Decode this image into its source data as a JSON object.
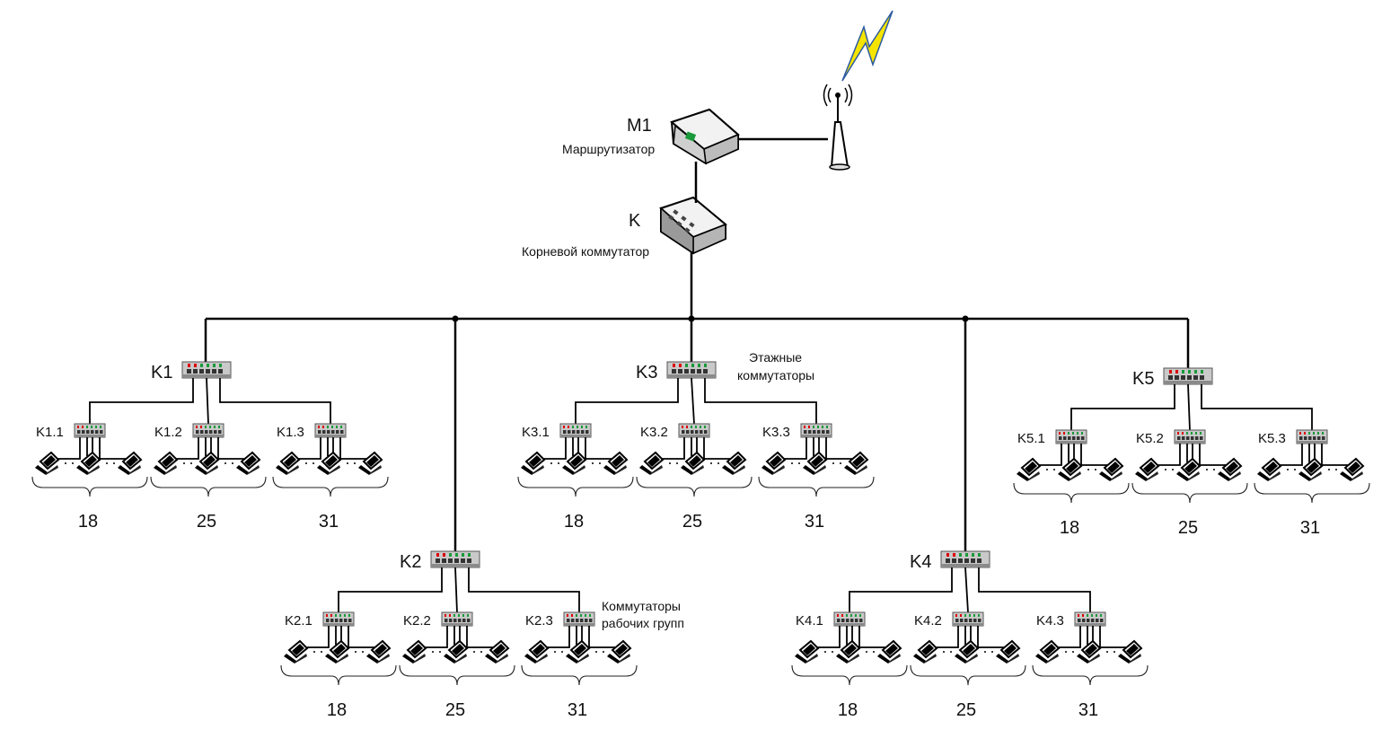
{
  "router": {
    "name": "M1",
    "caption": "Маршрутизатор"
  },
  "root_switch": {
    "name": "K",
    "caption": "Корневой коммутатор"
  },
  "floor_switches_caption": "Этажные\nкоммутаторы",
  "workgroup_switches_caption": "Коммутаторы\nрабочих групп",
  "floors": [
    {
      "name": "K1",
      "groups": [
        {
          "name": "K1.1",
          "count": "18"
        },
        {
          "name": "K1.2",
          "count": "25"
        },
        {
          "name": "K1.3",
          "count": "31"
        }
      ]
    },
    {
      "name": "K2",
      "groups": [
        {
          "name": "K2.1",
          "count": "18"
        },
        {
          "name": "K2.2",
          "count": "25"
        },
        {
          "name": "K2.3",
          "count": "31"
        }
      ]
    },
    {
      "name": "K3",
      "groups": [
        {
          "name": "K3.1",
          "count": "18"
        },
        {
          "name": "K3.2",
          "count": "25"
        },
        {
          "name": "K3.3",
          "count": "31"
        }
      ]
    },
    {
      "name": "K4",
      "groups": [
        {
          "name": "K4.1",
          "count": "18"
        },
        {
          "name": "K4.2",
          "count": "25"
        },
        {
          "name": "K4.3",
          "count": "31"
        }
      ]
    },
    {
      "name": "K5",
      "groups": [
        {
          "name": "K5.1",
          "count": "18"
        },
        {
          "name": "K5.2",
          "count": "25"
        },
        {
          "name": "K5.3",
          "count": "31"
        }
      ]
    }
  ],
  "icons": {
    "router": "router-icon",
    "antenna": "antenna-icon",
    "lightning": "lightning-icon",
    "switch": "switch-icon",
    "computer": "computer-icon"
  }
}
